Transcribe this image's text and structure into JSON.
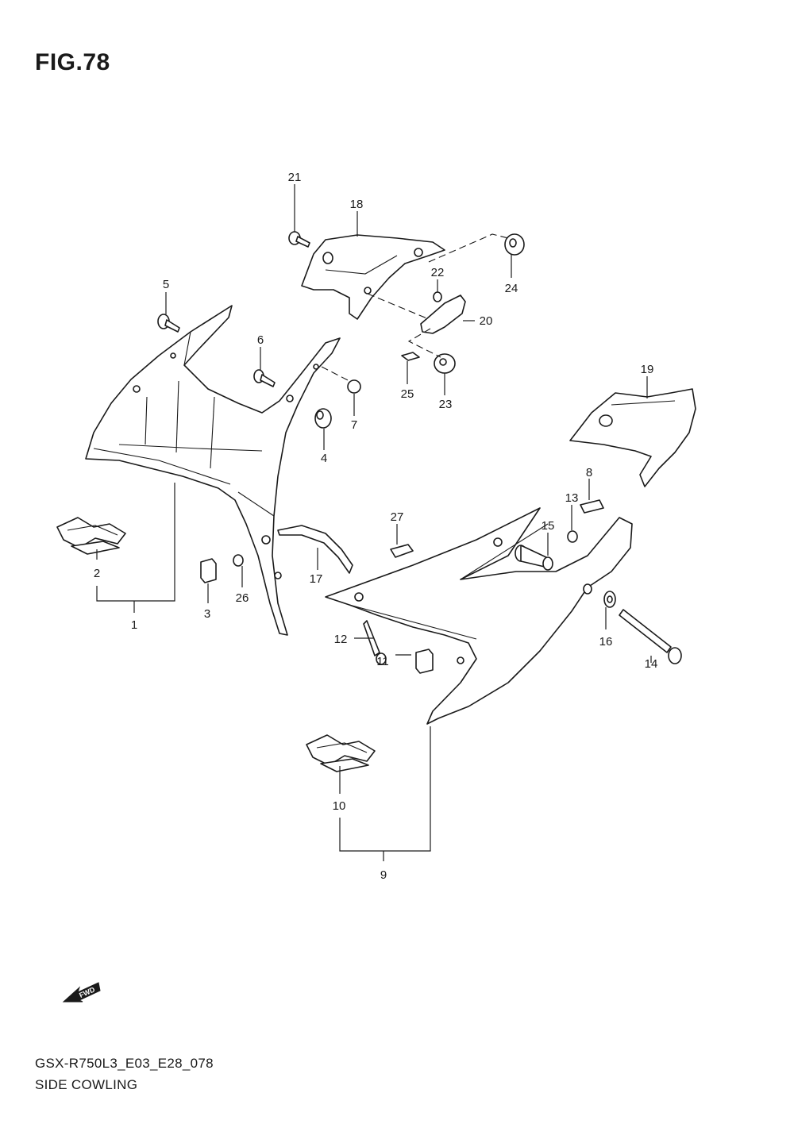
{
  "figure": {
    "title": "FIG.78"
  },
  "footer": {
    "code": "GSX-R750L3_E03_E28_078",
    "name": "SIDE COWLING"
  },
  "fwd_badge": "FWD",
  "callouts": [
    {
      "id": "c1",
      "text": "1"
    },
    {
      "id": "c2",
      "text": "2"
    },
    {
      "id": "c3",
      "text": "3"
    },
    {
      "id": "c4",
      "text": "4"
    },
    {
      "id": "c5",
      "text": "5"
    },
    {
      "id": "c6",
      "text": "6"
    },
    {
      "id": "c7",
      "text": "7"
    },
    {
      "id": "c8",
      "text": "8"
    },
    {
      "id": "c9",
      "text": "9"
    },
    {
      "id": "c10",
      "text": "10"
    },
    {
      "id": "c11",
      "text": "11"
    },
    {
      "id": "c12",
      "text": "12"
    },
    {
      "id": "c13",
      "text": "13"
    },
    {
      "id": "c14",
      "text": "14"
    },
    {
      "id": "c15",
      "text": "15"
    },
    {
      "id": "c16",
      "text": "16"
    },
    {
      "id": "c17",
      "text": "17"
    },
    {
      "id": "c18",
      "text": "18"
    },
    {
      "id": "c19",
      "text": "19"
    },
    {
      "id": "c20",
      "text": "20"
    },
    {
      "id": "c21",
      "text": "21"
    },
    {
      "id": "c22",
      "text": "22"
    },
    {
      "id": "c23",
      "text": "23"
    },
    {
      "id": "c24",
      "text": "24"
    },
    {
      "id": "c25",
      "text": "25"
    },
    {
      "id": "c26",
      "text": "26"
    },
    {
      "id": "c27",
      "text": "27"
    }
  ]
}
